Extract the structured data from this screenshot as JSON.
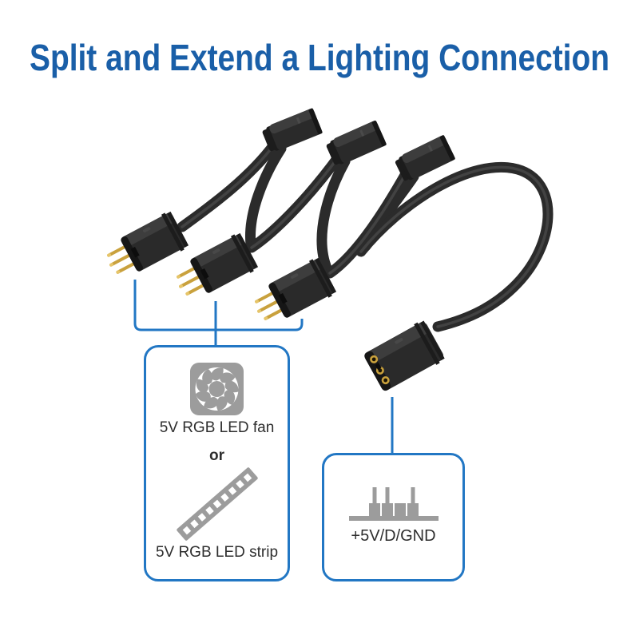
{
  "title": {
    "text": "Split and Extend a Lighting Connection"
  },
  "colors": {
    "title_blue": "#1a5fa8",
    "accent_blue": "#2277c4",
    "icon_gray": "#9c9c9c",
    "label_dark": "#2e2e2e",
    "cable_black": "#2b2b2b",
    "connector_black": "#2a2a2a",
    "pin_gold": "#c9a13d"
  },
  "icons": {
    "fan": "fan-icon",
    "strip": "led-strip-icon",
    "header": "argb-3pin-header-icon"
  },
  "callouts": {
    "device": {
      "fan_label": "5V RGB LED fan",
      "or_label": "or",
      "strip_label": "5V RGB LED strip"
    },
    "header": {
      "pin_label": "+5V/D/GND"
    }
  }
}
